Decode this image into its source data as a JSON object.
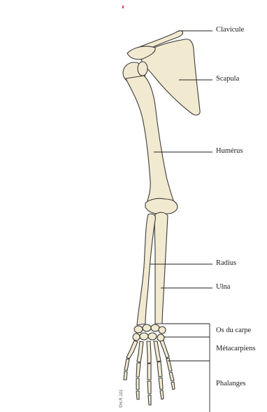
{
  "labels": {
    "clavicule": "Clavicule",
    "scapula": "Scapula",
    "humerus": "Humérus",
    "radius": "Radius",
    "ulna": "Ulna",
    "os_du_carpe": "Os du carpe",
    "metacarpiens": "Métacarpiens",
    "phalanges": "Phalanges"
  },
  "credit": "©H.R.101",
  "colors": {
    "bone_fill": "#f2ead0",
    "bone_stroke": "#3a3a3a",
    "leader": "#222222"
  }
}
